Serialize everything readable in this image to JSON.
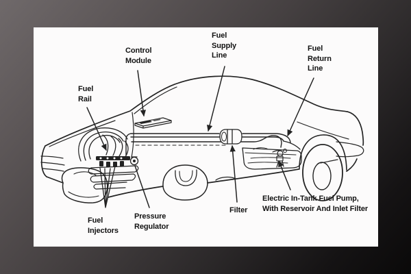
{
  "diagram": {
    "labels": {
      "control_module": "Control\nModule",
      "fuel_supply_line": "Fuel\nSupply\nLine",
      "fuel_return_line": "Fuel\nReturn\nLine",
      "fuel_rail": "Fuel\nRail",
      "fuel_injectors": "Fuel\nInjectors",
      "pressure_regulator": "Pressure\nRegulator",
      "filter": "Filter",
      "fuel_pump": "Electric In-Tank Fuel Pump,\nWith Reservoir And Inlet Filter"
    },
    "colors": {
      "ink": "#232323",
      "label_text": "#121212",
      "paper": "#fcfbfb",
      "backdrop_light": "#6f696a",
      "backdrop_dark": "#0a0909"
    }
  }
}
